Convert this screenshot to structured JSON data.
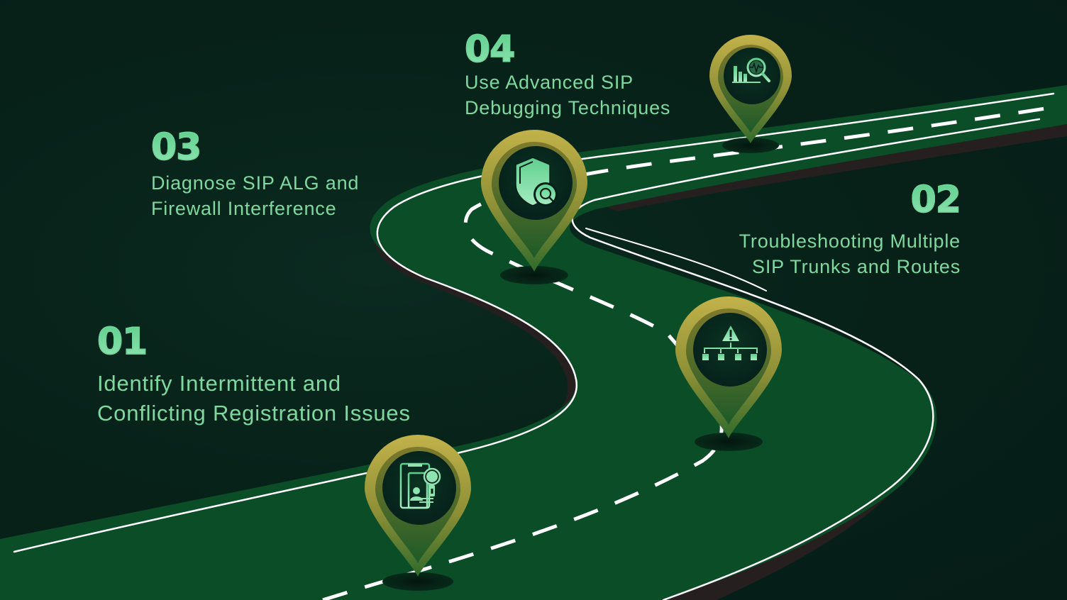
{
  "colors": {
    "background": "#061c17",
    "road": "#0b4d27",
    "road_side": "#261f20",
    "road_marking": "#ffffff",
    "accent_text": "#7ed8a0",
    "pin_gold": "#b8a843",
    "pin_inner": "#072219",
    "icon_green": "#8fe3b0"
  },
  "steps": [
    {
      "number": "01",
      "title_lines": [
        "Identify Intermittent and",
        "Conflicting Registration Issues"
      ],
      "icon": "registration-id-search-icon"
    },
    {
      "number": "02",
      "title_lines": [
        "Troubleshooting Multiple",
        "SIP Trunks and Routes"
      ],
      "icon": "network-warning-hierarchy-icon"
    },
    {
      "number": "03",
      "title_lines": [
        "Diagnose SIP ALG and",
        "Firewall Interference"
      ],
      "icon": "shield-search-icon"
    },
    {
      "number": "04",
      "title_lines": [
        "Use Advanced SIP",
        "Debugging Techniques"
      ],
      "icon": "chart-analysis-search-icon"
    }
  ]
}
